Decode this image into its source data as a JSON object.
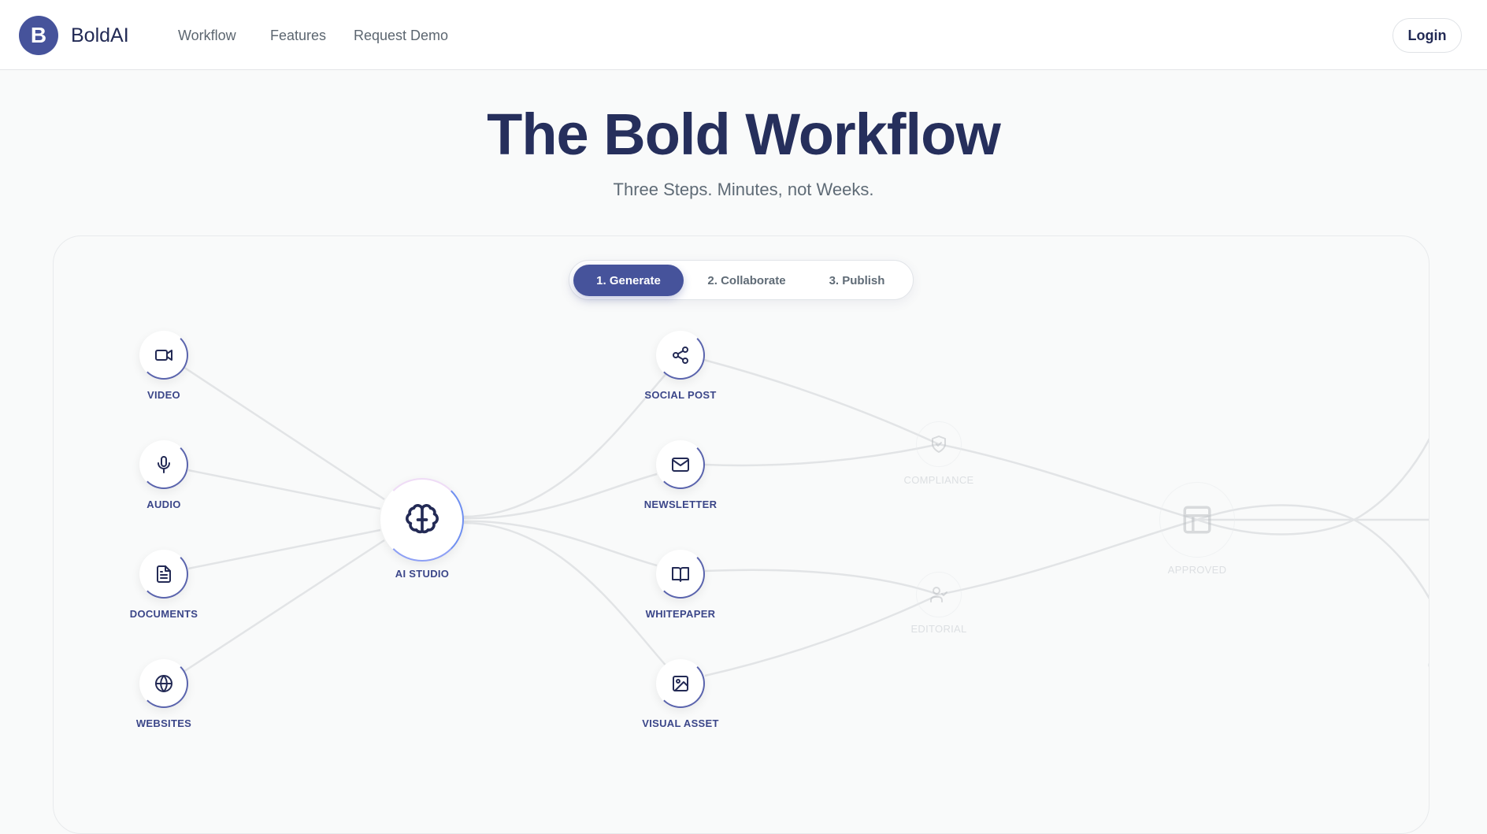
{
  "header": {
    "logo_letter": "B",
    "brand": "BoldAI",
    "nav": [
      "Workflow",
      "Features",
      "Request Demo"
    ],
    "login": "Login"
  },
  "hero": {
    "title": "The Bold Workflow",
    "subtitle": "Three Steps. Minutes, not Weeks."
  },
  "tabs": [
    {
      "label": "1. Generate",
      "active": true
    },
    {
      "label": "2. Collaborate",
      "active": false
    },
    {
      "label": "3. Publish",
      "active": false
    }
  ],
  "nodes": {
    "inputs": [
      {
        "label": "VIDEO",
        "icon": "video-icon"
      },
      {
        "label": "AUDIO",
        "icon": "microphone-icon"
      },
      {
        "label": "DOCUMENTS",
        "icon": "document-icon"
      },
      {
        "label": "WEBSITES",
        "icon": "globe-icon"
      }
    ],
    "hub": {
      "label": "AI STUDIO",
      "icon": "brain-icon"
    },
    "outputs": [
      {
        "label": "SOCIAL POST",
        "icon": "share-icon"
      },
      {
        "label": "NEWSLETTER",
        "icon": "mail-icon"
      },
      {
        "label": "WHITEPAPER",
        "icon": "book-icon"
      },
      {
        "label": "VISUAL ASSET",
        "icon": "image-icon"
      }
    ],
    "review": [
      {
        "label": "COMPLIANCE",
        "icon": "shield-check-icon"
      },
      {
        "label": "EDITORIAL",
        "icon": "user-check-icon"
      }
    ],
    "approved": {
      "label": "APPROVED",
      "icon": "layout-icon"
    },
    "clipped_label": "G"
  },
  "colors": {
    "accent": "#46539b",
    "title": "#262f5c",
    "line": "#e2e4e6"
  }
}
